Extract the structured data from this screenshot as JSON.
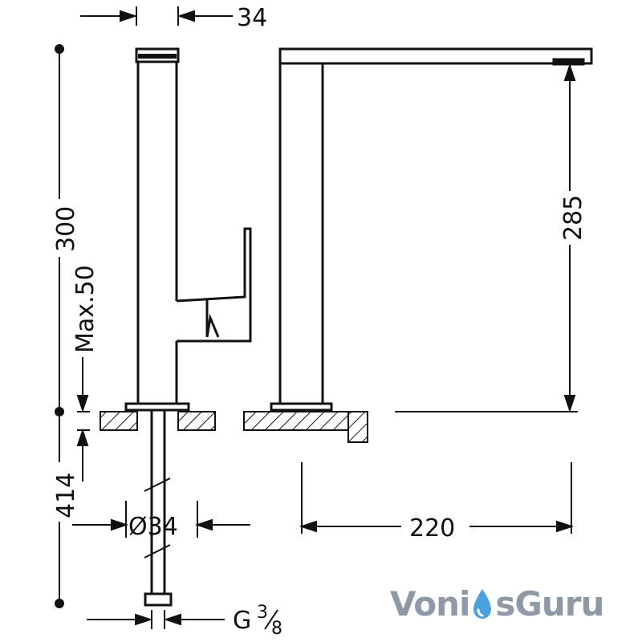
{
  "dimensions": {
    "spout_width": "34",
    "total_height": "300",
    "deck_thickness": "Max.50",
    "spout_height": "285",
    "below_deck": "414",
    "hole_diameter": "Ø34",
    "reach": "220",
    "connection": "G",
    "connection_fraction_num": "3",
    "connection_fraction_den": "8"
  },
  "brand": {
    "part1": "Voni",
    "part2": "s",
    "part3": "Guru",
    "icon": "water-drop-icon",
    "color": "#8e98a6",
    "accent": "#4aa3df"
  }
}
